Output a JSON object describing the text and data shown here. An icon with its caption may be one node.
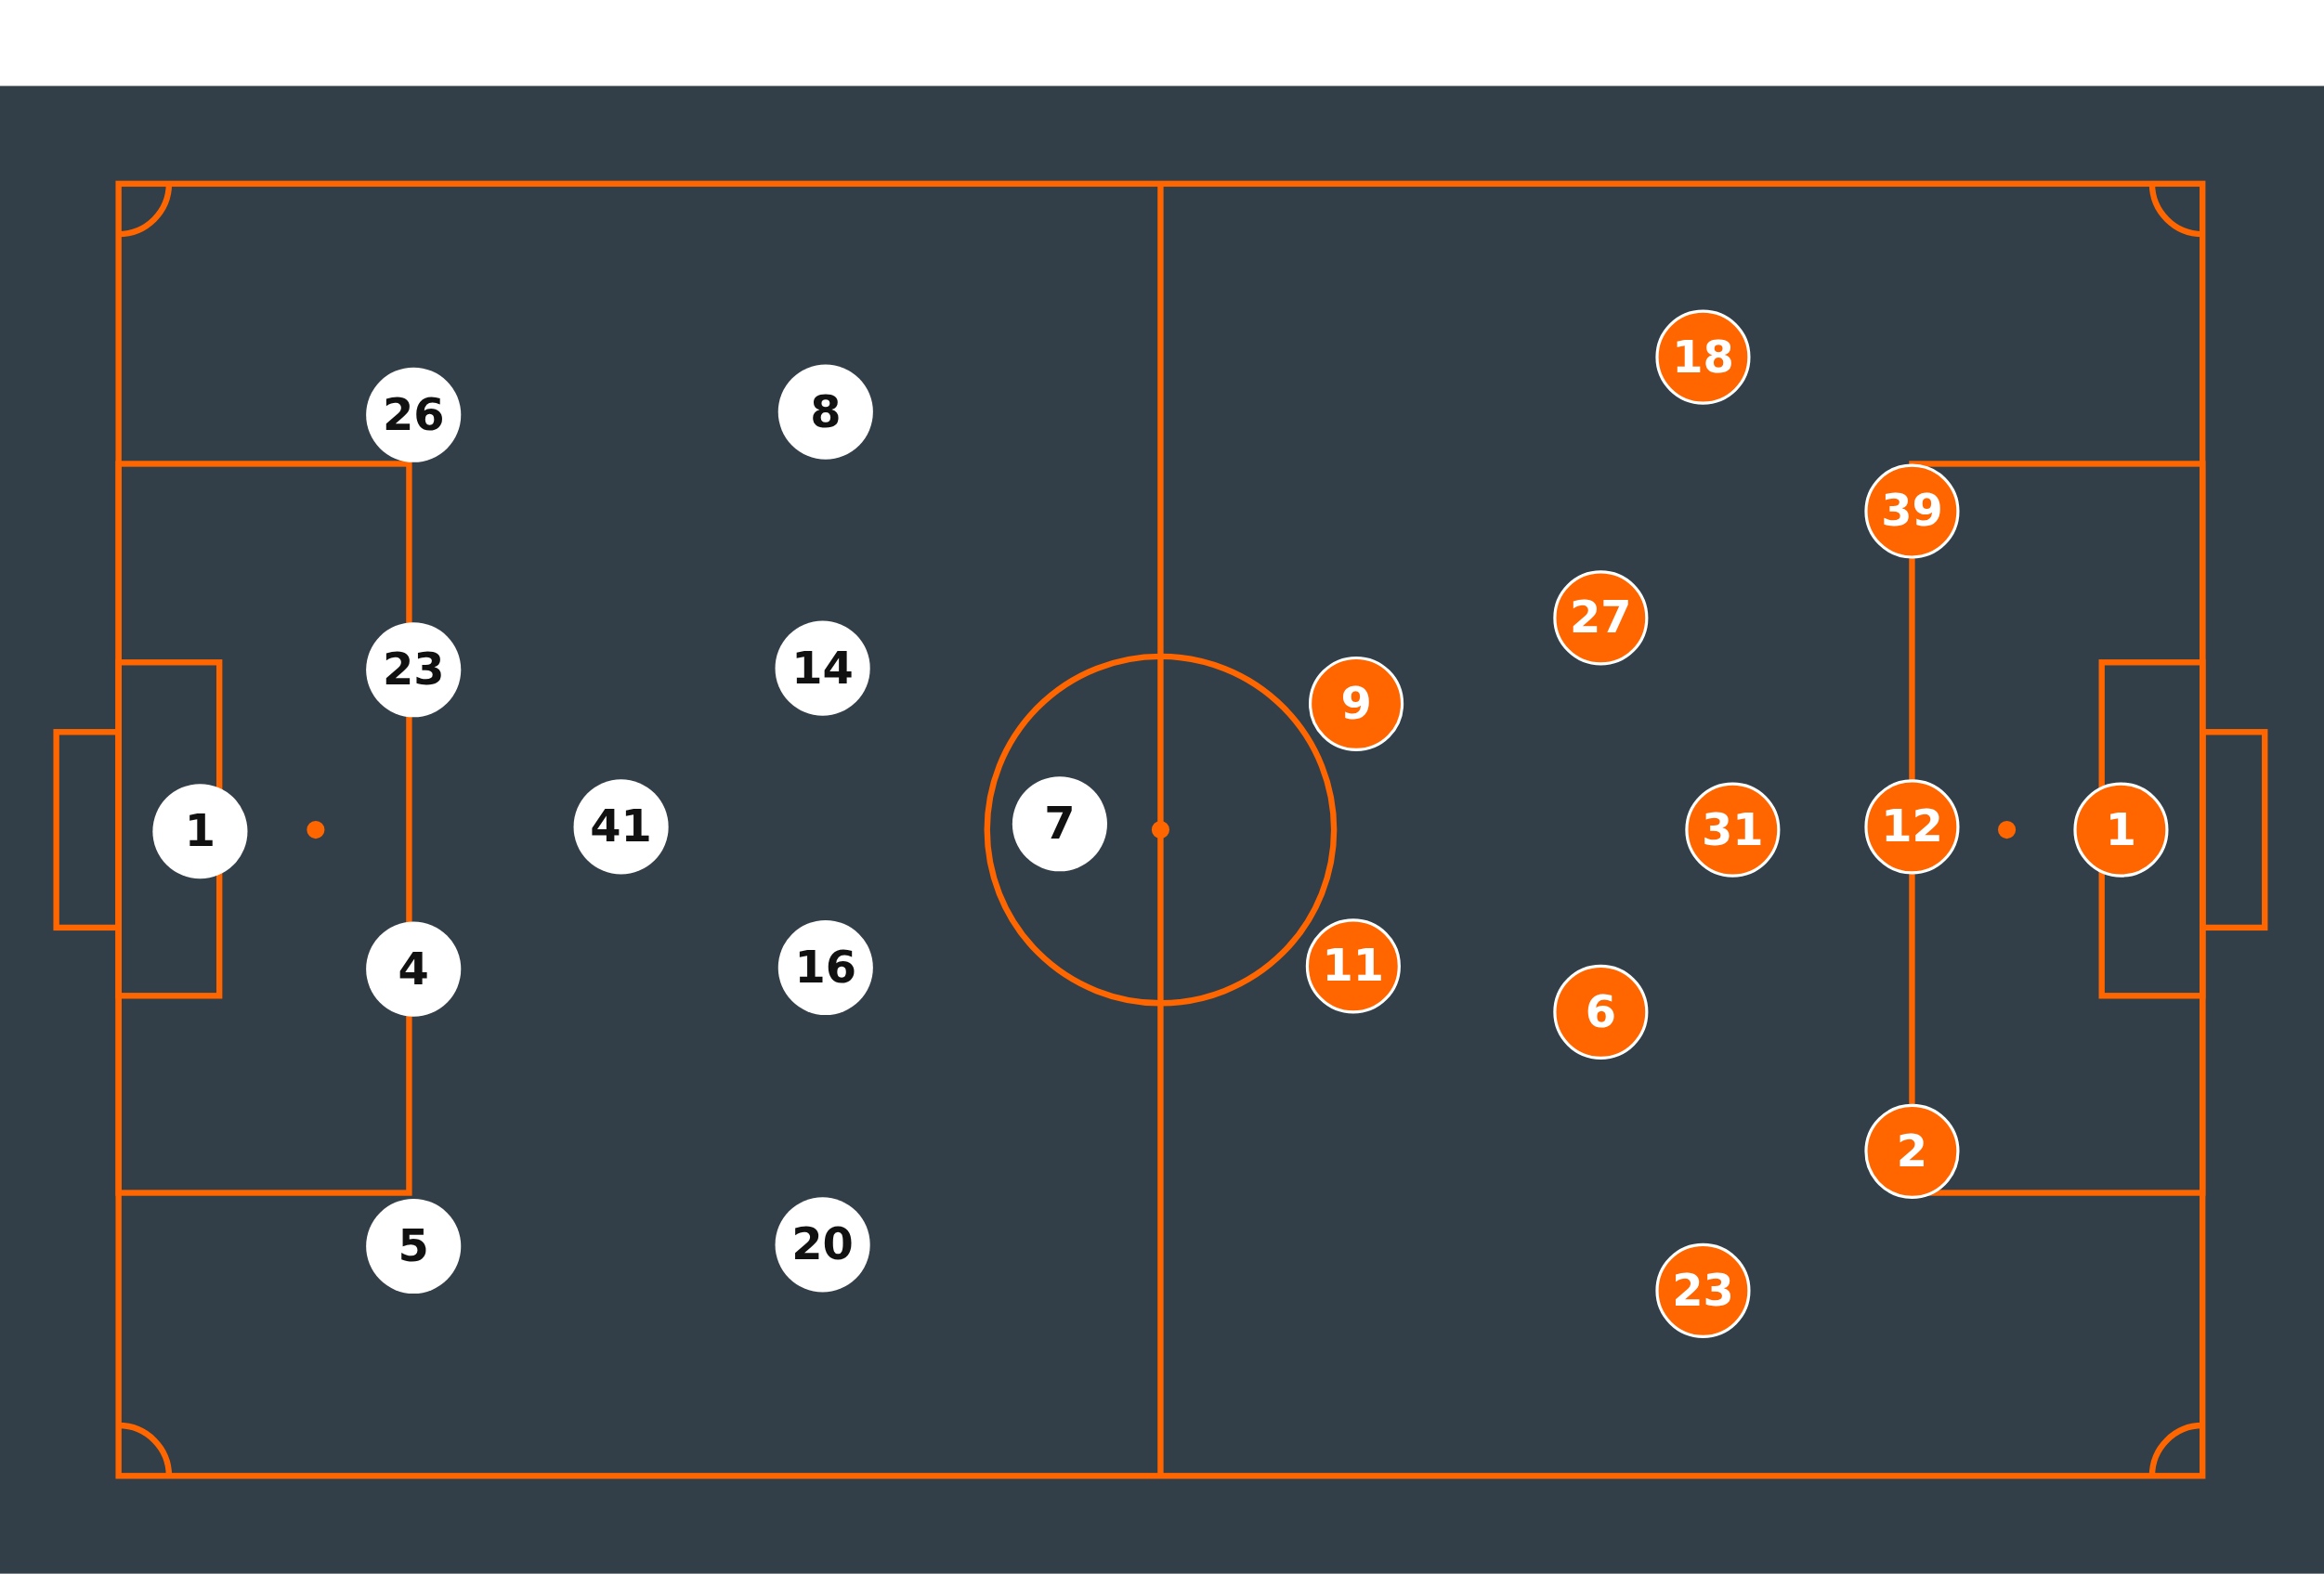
{
  "diagram": {
    "nodes": [
      {
        "text": [
          "26"
        ]
      },
      {
        "text": [
          "8"
        ]
      },
      {
        "text": [
          "23"
        ]
      },
      {
        "text": [
          "14"
        ]
      },
      {
        "text": [
          "1"
        ]
      },
      {
        "text": [
          "41"
        ]
      },
      {
        "text": [
          "7"
        ]
      },
      {
        "text": [
          "4"
        ]
      },
      {
        "text": [
          "16"
        ]
      },
      {
        "text": [
          "5"
        ]
      },
      {
        "text": [
          "20"
        ]
      },
      {
        "text": [
          "18"
        ]
      },
      {
        "text": [
          "39"
        ]
      },
      {
        "text": [
          "27"
        ]
      },
      {
        "text": [
          "9"
        ]
      },
      {
        "text": [
          "31"
        ]
      },
      {
        "text": [
          "12"
        ]
      },
      {
        "text": [
          "1"
        ]
      },
      {
        "text": [
          "11"
        ]
      },
      {
        "text": [
          "6"
        ]
      },
      {
        "text": [
          "2"
        ]
      },
      {
        "text": [
          "23"
        ]
      }
    ]
  }
}
